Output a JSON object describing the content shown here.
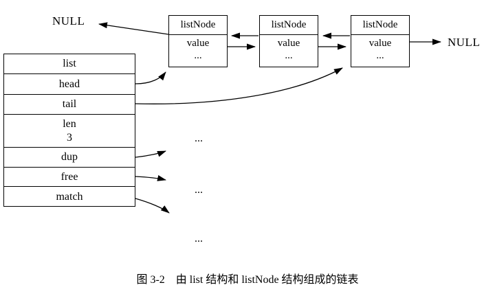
{
  "figure": {
    "caption": "图 3-2　由 list 结构和 listNode 结构组成的链表"
  },
  "null_labels": {
    "left": "NULL",
    "right": "NULL"
  },
  "list_struct": {
    "rows": [
      {
        "label": "list"
      },
      {
        "label": "head"
      },
      {
        "label": "tail"
      },
      {
        "label": "len",
        "value": "3"
      },
      {
        "label": "dup"
      },
      {
        "label": "free"
      },
      {
        "label": "match"
      }
    ]
  },
  "nodes": [
    {
      "title": "listNode",
      "value_label": "value",
      "ellipsis": "..."
    },
    {
      "title": "listNode",
      "value_label": "value",
      "ellipsis": "..."
    },
    {
      "title": "listNode",
      "value_label": "value",
      "ellipsis": "..."
    }
  ],
  "function_targets": {
    "dup": "...",
    "free": "...",
    "match": "..."
  },
  "colors": {
    "line": "#000000",
    "background": "#ffffff"
  }
}
